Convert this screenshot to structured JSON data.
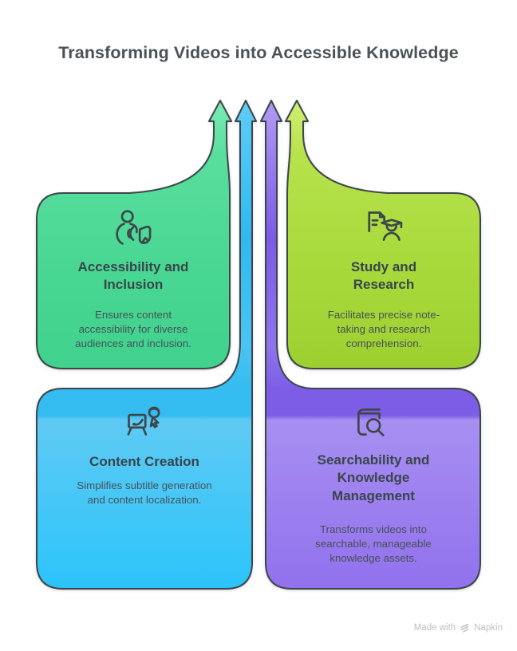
{
  "title": "Transforming Videos into Accessible Knowledge",
  "cards": [
    {
      "id": "accessibility",
      "title": "Accessibility and\nInclusion",
      "description": "Ensures content\naccessibility for diverse\naudiences and inclusion.",
      "icon": "person-signing-icon",
      "position": "top-left"
    },
    {
      "id": "study",
      "title": "Study and\nResearch",
      "description": "Facilitates precise note-\ntaking and research\ncomprehension.",
      "icon": "graduate-document-icon",
      "position": "top-right"
    },
    {
      "id": "content-creation",
      "title": "Content Creation",
      "description": "Simplifies subtitle generation\nand content localization.",
      "icon": "easel-cursor-icon",
      "position": "bottom-left"
    },
    {
      "id": "searchability",
      "title": "Searchability and\nKnowledge\nManagement",
      "description": "Transforms videos into\nsearchable, manageable\nknowledge assets.",
      "icon": "book-search-icon",
      "position": "bottom-right"
    }
  ],
  "footer": {
    "made_with": "Made with",
    "brand": "Napkin",
    "logo": "napkin-logo-icon"
  },
  "colors": {
    "stroke": "#3E464A",
    "title_text": "#4B5257",
    "card_title_text": "#39454B",
    "card_desc_text": "#475159",
    "footer_text": "#BDC1C6",
    "green": [
      "#7EEBB3",
      "#59DE9E",
      "#4AD794",
      "#3FD28D"
    ],
    "lime": [
      "#D0EF72",
      "#B7E24C",
      "#A8DA3C",
      "#9CD02F"
    ],
    "blue": [
      "#5ECDF7",
      "#2FB9F1",
      "#4AC4F3",
      "#35BCF1",
      "#35BCF1",
      "#5FCAF4",
      "#2BC4FA"
    ],
    "purple": [
      "#B29AF3",
      "#7B5BE4",
      "#8E74EB",
      "#7D5DE6",
      "#7D5DE6",
      "#A78FF1",
      "#9171ED"
    ]
  }
}
